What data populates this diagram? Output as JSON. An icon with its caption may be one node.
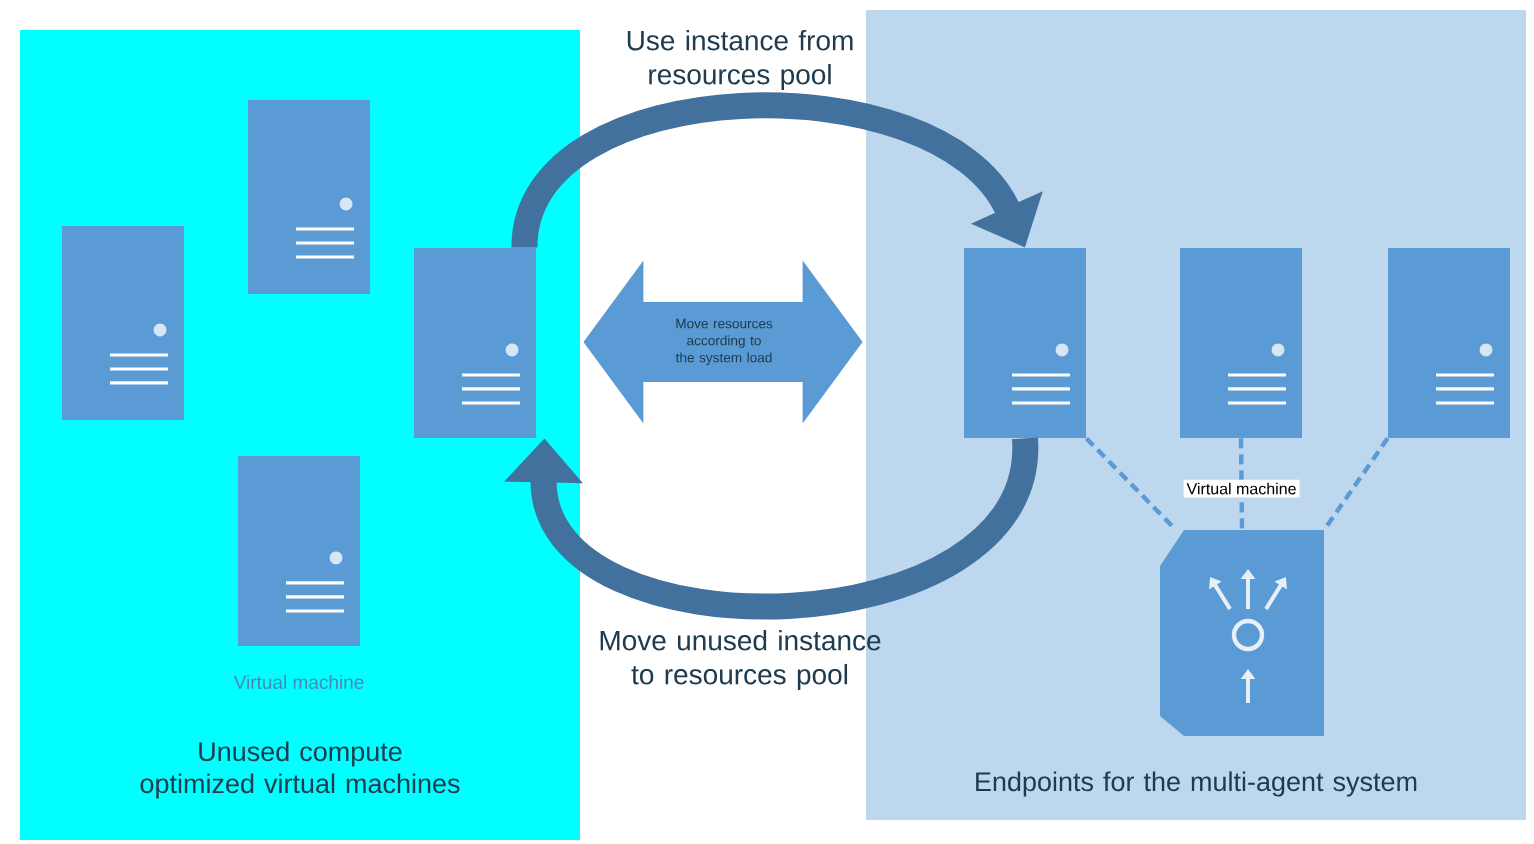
{
  "diagram": {
    "nodes": [
      {
        "text": [
          "Unused compute optimized virtual machines"
        ]
      },
      {
        "text": [],
        "shape": "box",
        "in": 0
      },
      {
        "text": [],
        "shape": "box",
        "in": 0,
        "beside": [
          "Virtual machine"
        ]
      },
      {
        "text": [],
        "shape": "box",
        "in": 0
      },
      {
        "text": [],
        "shape": "box",
        "in": 0
      },
      {
        "text": [
          "Endpoints for the multi-agent system"
        ]
      },
      {
        "text": [],
        "shape": "box",
        "in": 5
      },
      {
        "text": [],
        "shape": "box",
        "in": 5
      },
      {
        "text": [],
        "shape": "box",
        "in": 5
      },
      {
        "text": [],
        "shape": "picture",
        "in": 5
      }
    ],
    "edges": [
      {
        "from": 4,
        "to": 6,
        "arrow": "to",
        "label": "Use instance from resources pool",
        "style": "thick",
        "color": "#41719c"
      },
      {
        "from": 0,
        "to": 5,
        "arrow": "both",
        "label": "Move resources according to the system load",
        "style": "thick",
        "color": "#5b9bd5"
      },
      {
        "from": 6,
        "to": 4,
        "arrow": "to",
        "label": "Move unused instance to resources pool",
        "style": "thick",
        "color": "#41719c"
      },
      {
        "from": 6,
        "to": 9,
        "arrow": "none",
        "style": "dashed",
        "color": "#5b9bd5"
      },
      {
        "from": 7,
        "to": 9,
        "arrow": "none",
        "style": "dashed",
        "color": "#5b9bd5",
        "label": "Virtual machine"
      },
      {
        "from": 8,
        "to": 9,
        "arrow": "none",
        "style": "dashed",
        "color": "#5b9bd5"
      }
    ]
  }
}
